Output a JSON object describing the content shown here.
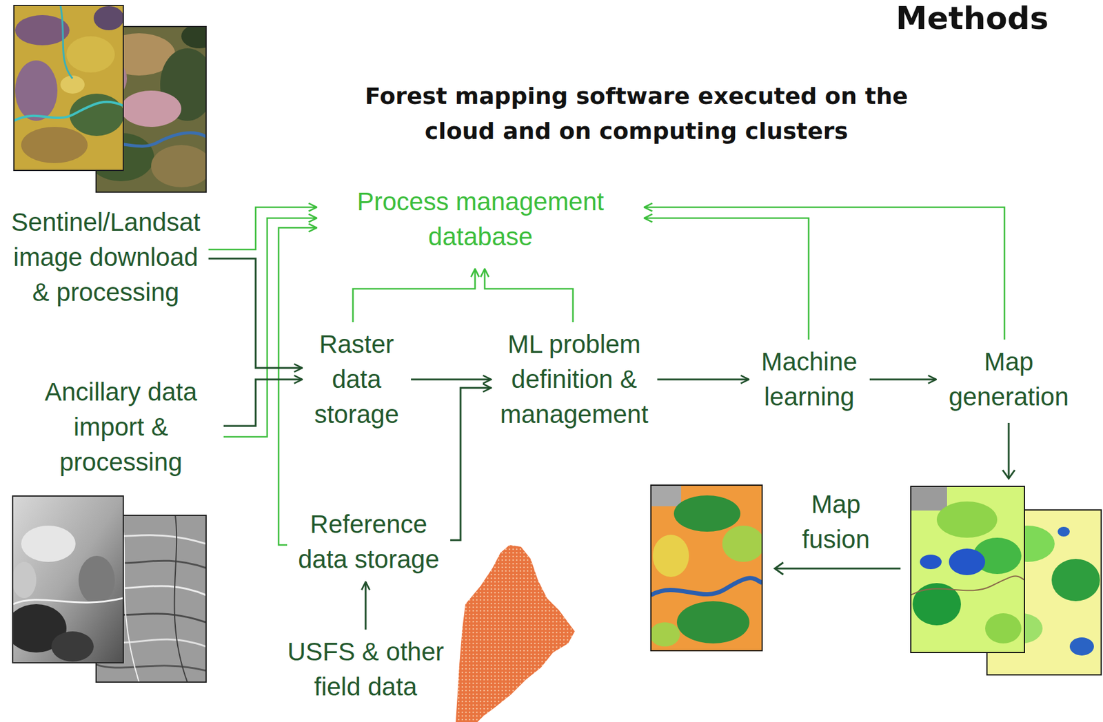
{
  "diagram": {
    "title": "Methods",
    "nodes": [
      {
        "text": [
          "Sentinel/Landsat image download & processing"
        ]
      },
      {
        "text": [
          "Ancillary data import & processing"
        ]
      },
      {
        "text": [
          "Process management database"
        ]
      },
      {
        "text": [
          "Raster data storage"
        ]
      },
      {
        "text": [
          "ML problem definition & management"
        ]
      },
      {
        "text": [
          "Machine learning"
        ]
      },
      {
        "text": [
          "Map generation"
        ]
      },
      {
        "text": [
          "Reference data storage"
        ]
      },
      {
        "text": [
          "USFS & other field data"
        ]
      }
    ],
    "edges": [
      {
        "from": 0,
        "to": 2,
        "arrow": "to"
      },
      {
        "from": 1,
        "to": 2,
        "arrow": "to"
      },
      {
        "from": 7,
        "to": 2,
        "arrow": "to"
      },
      {
        "from": 3,
        "to": 2,
        "arrow": "to"
      },
      {
        "from": 4,
        "to": 2,
        "arrow": "to"
      },
      {
        "from": 5,
        "to": 2,
        "arrow": "to"
      },
      {
        "from": 6,
        "to": 2,
        "arrow": "to"
      },
      {
        "from": 0,
        "to": 3,
        "arrow": "to"
      },
      {
        "from": 1,
        "to": 3,
        "arrow": "to"
      },
      {
        "from": 3,
        "to": 4,
        "arrow": "to"
      },
      {
        "from": 7,
        "to": 4,
        "arrow": "to"
      },
      {
        "from": 4,
        "to": 5,
        "arrow": "to"
      },
      {
        "from": 5,
        "to": 6,
        "arrow": "to"
      },
      {
        "from": 8,
        "to": 7,
        "arrow": "to"
      }
    ],
    "labels": [
      "Forest mapping software executed on the cloud and on computing clusters",
      "Map fusion"
    ]
  }
}
